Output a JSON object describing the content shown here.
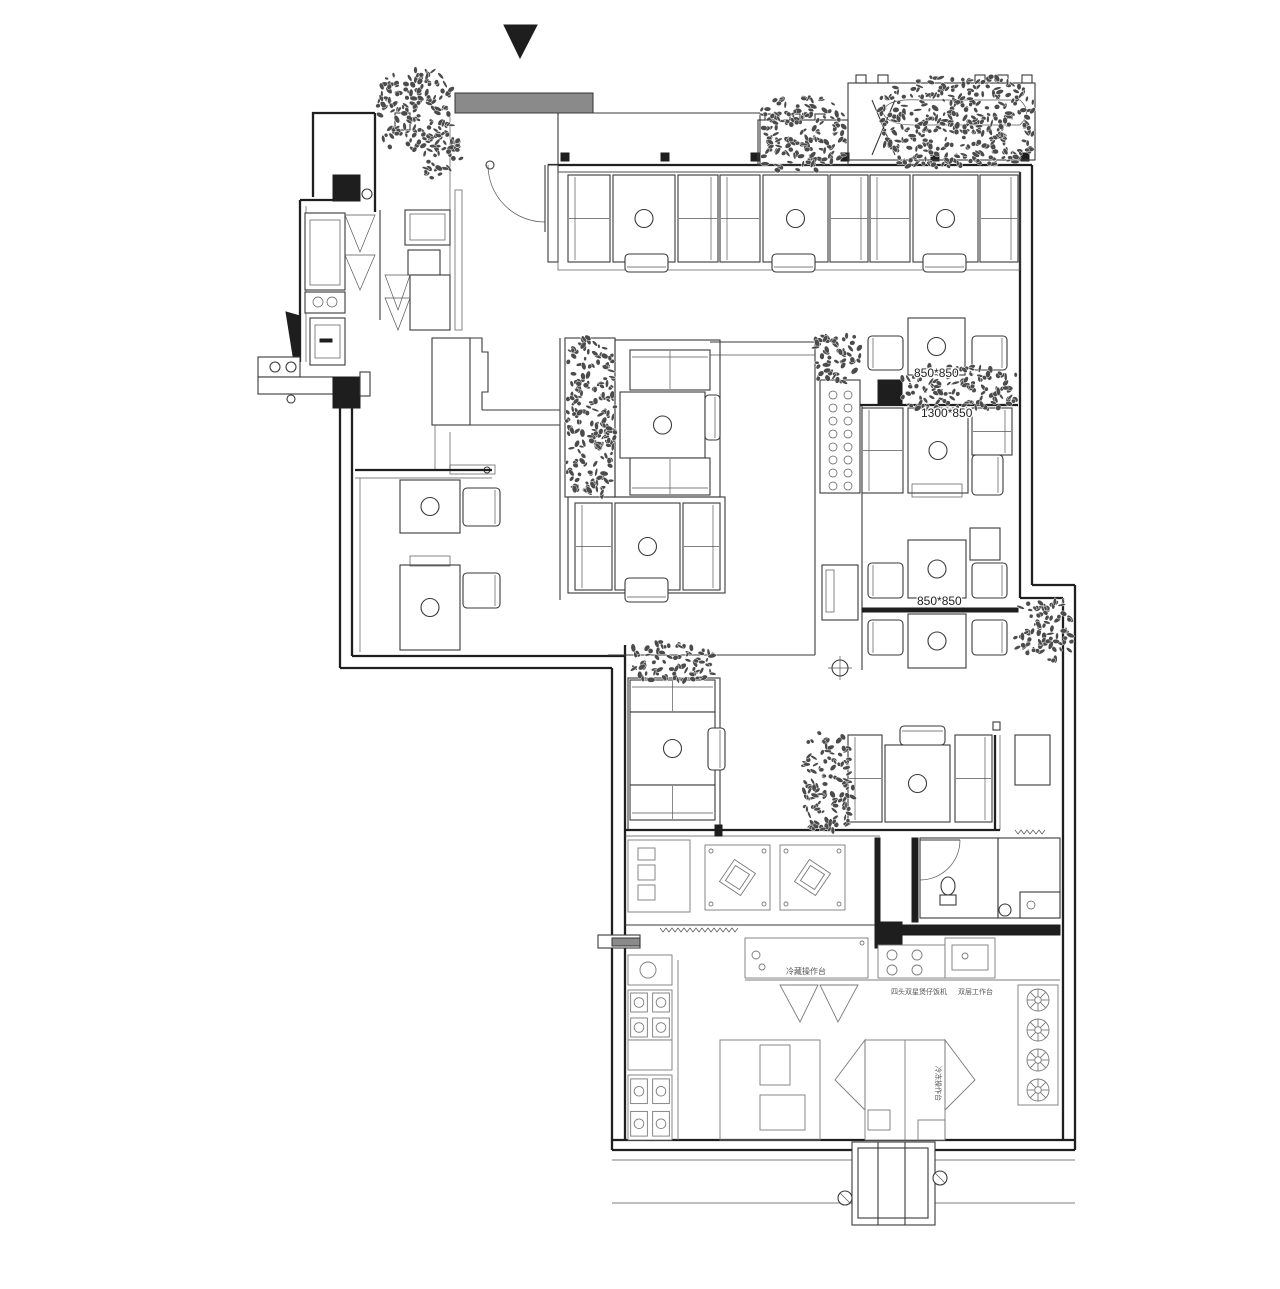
{
  "dimension_labels": {
    "table_upper_right": "850*850",
    "booth_right": "1300*850",
    "table_lower_right": "850*850"
  },
  "kitchen_labels": {
    "cold_storage_counter": "冷藏操作台",
    "rice_cooker": "四头双星煲仔饭机",
    "double_worktable": "双层工作台",
    "freezer_counter": "冷冻操作台"
  },
  "colors": {
    "line": "#3a3a3a",
    "wall": "#1f1f1f",
    "plant": "#4b4b4b",
    "canopy": "#8a8a8a"
  }
}
